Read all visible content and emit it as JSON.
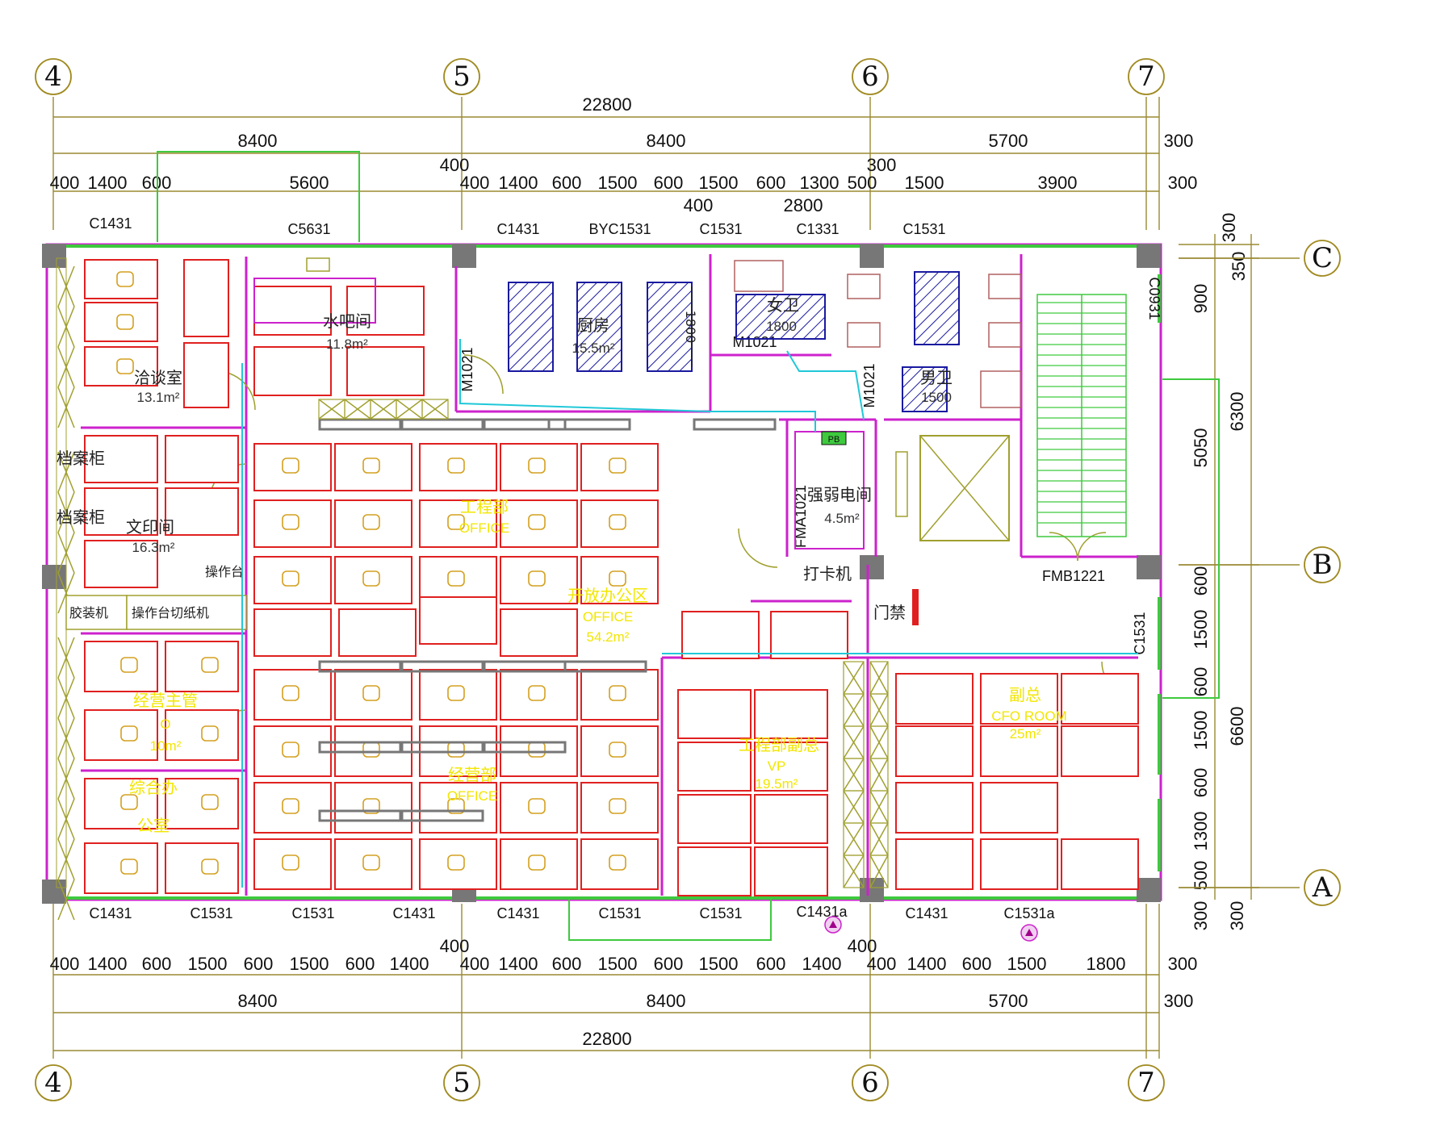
{
  "axes": {
    "columns": [
      "4",
      "5",
      "6",
      "7"
    ],
    "rows": [
      "C",
      "B",
      "A"
    ]
  },
  "dims_top": {
    "total": "22800",
    "spans": [
      "8400",
      "8400",
      "5700",
      "300"
    ],
    "detail": [
      "400",
      "1400",
      "600",
      "5600",
      "400",
      "400",
      "1400",
      "600",
      "1500",
      "600",
      "1500",
      "600",
      "1300",
      "500",
      "300",
      "1500",
      "3900",
      "300"
    ],
    "sub": [
      "400",
      "2800"
    ]
  },
  "dims_bottom": {
    "total": "22800",
    "spans": [
      "8400",
      "8400",
      "5700",
      "300"
    ],
    "detail": [
      "400",
      "1400",
      "600",
      "1500",
      "600",
      "1500",
      "600",
      "1400",
      "400",
      "400",
      "1400",
      "600",
      "1500",
      "600",
      "1500",
      "600",
      "1400",
      "400",
      "400",
      "1400",
      "600",
      "1500",
      "1800",
      "300"
    ]
  },
  "dims_right": {
    "outer": [
      "300",
      "350",
      "6300",
      "6600",
      "300"
    ],
    "inner": [
      "900",
      "5050",
      "600",
      "1500",
      "600",
      "1500",
      "600",
      "1300",
      "500",
      "300"
    ]
  },
  "windows_top": [
    "C1431",
    "C5631",
    "C1431",
    "BYC1531",
    "C1531",
    "C1331",
    "C1531"
  ],
  "windows_bottom": [
    "C1431",
    "C1531",
    "C1531",
    "C1431",
    "C1431",
    "C1531",
    "C1531",
    "C1431a",
    "C1431",
    "C1531a"
  ],
  "windows_right": [
    "C0931",
    "C1531"
  ],
  "doors": [
    "M1021",
    "M1021",
    "M1021",
    "FMA1021",
    "FMB1221"
  ],
  "rooms": {
    "meeting": {
      "name": "洽谈室",
      "area": "13.1m²"
    },
    "water_bar": {
      "name": "水吧间",
      "area": "11.8m²"
    },
    "kitchen": {
      "name": "厨房",
      "area": "15.5m²"
    },
    "women_wc": {
      "name": "女卫",
      "dim": "1800"
    },
    "men_wc": {
      "name": "男卫",
      "dim": "1500"
    },
    "print_room": {
      "name": "文印间",
      "area": "16.3m²"
    },
    "electric": {
      "name": "强弱电间",
      "area": "4.5m²"
    },
    "engineering": {
      "name": "工程部",
      "sub": "OFFICE"
    },
    "open_office": {
      "name": "开放办公区",
      "sub": "OFFICE",
      "area": "54.2m²"
    },
    "manager": {
      "name": "经营主管",
      "sub": "O",
      "area": "10m²"
    },
    "general_office": {
      "name": "综合办",
      "sub": "公室"
    },
    "operations": {
      "name": "经营部",
      "sub": "OFFICE"
    },
    "eng_vp": {
      "name": "工程部副总",
      "sub": "VP",
      "area": "19.5m²"
    },
    "deputy": {
      "name": "副总",
      "sub": "CFO ROOM",
      "area": "25m²"
    }
  },
  "labels": {
    "archive1": "档案柜",
    "archive2": "档案柜",
    "workbench": "操作台",
    "binder": "胶装机",
    "workbench2": "操作台",
    "cutter": "切纸机",
    "clock_in": "打卡机",
    "access": "门禁",
    "pb": "PB",
    "dim_1800": "1800"
  },
  "colors": {
    "wall": "#cc22cc",
    "desk": "#e02020",
    "chair": "#d4a020",
    "window": "#3ec93e",
    "hatch": "#1a1aa0",
    "room_label_yellow": "#f2e600",
    "dim_line": "#9a8a32"
  }
}
